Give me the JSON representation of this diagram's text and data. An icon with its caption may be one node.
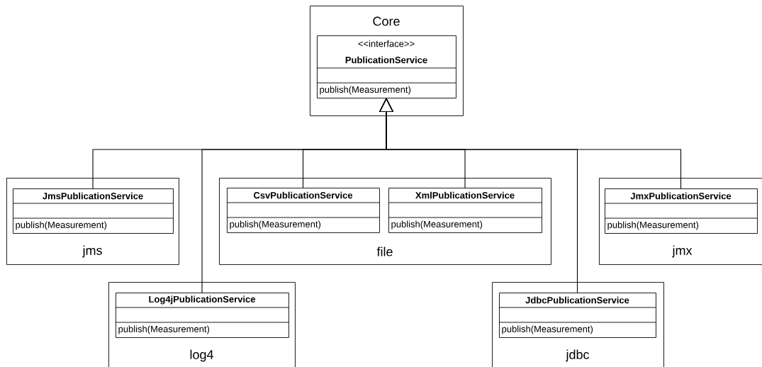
{
  "diagram": {
    "nodes": [
      {
        "text": [
          "Core"
        ]
      },
      {
        "text": [
          "<<interface>>",
          "PublicationService",
          "publish(Measurement)"
        ],
        "in": 0
      },
      {
        "text": [
          "jms"
        ]
      },
      {
        "text": [
          "JmsPublicationService",
          "publish(Measurement)"
        ],
        "in": 2
      },
      {
        "text": [
          "file"
        ]
      },
      {
        "text": [
          "CsvPublicationService",
          "publish(Measurement)"
        ],
        "in": 4
      },
      {
        "text": [
          "XmlPublicationService",
          "publish(Measurement)"
        ],
        "in": 4
      },
      {
        "text": [
          "jmx"
        ]
      },
      {
        "text": [
          "JmxPublicationService",
          "publish(Measurement)"
        ],
        "in": 7
      },
      {
        "text": [
          "log4"
        ]
      },
      {
        "text": [
          "Log4jPublicationService",
          "publish(Measurement)"
        ],
        "in": 9
      },
      {
        "text": [
          "jdbc"
        ]
      },
      {
        "text": [
          "JdbcPublicationService",
          "publish(Measurement)"
        ],
        "in": 11
      }
    ],
    "edges": [
      {
        "from": 3,
        "to": 1,
        "arrow": "to"
      },
      {
        "from": 10,
        "to": 1,
        "arrow": "to"
      },
      {
        "from": 5,
        "to": 1,
        "arrow": "to"
      },
      {
        "from": 6,
        "to": 1,
        "arrow": "to"
      },
      {
        "from": 12,
        "to": 1,
        "arrow": "to"
      },
      {
        "from": 8,
        "to": 1,
        "arrow": "to"
      }
    ]
  }
}
